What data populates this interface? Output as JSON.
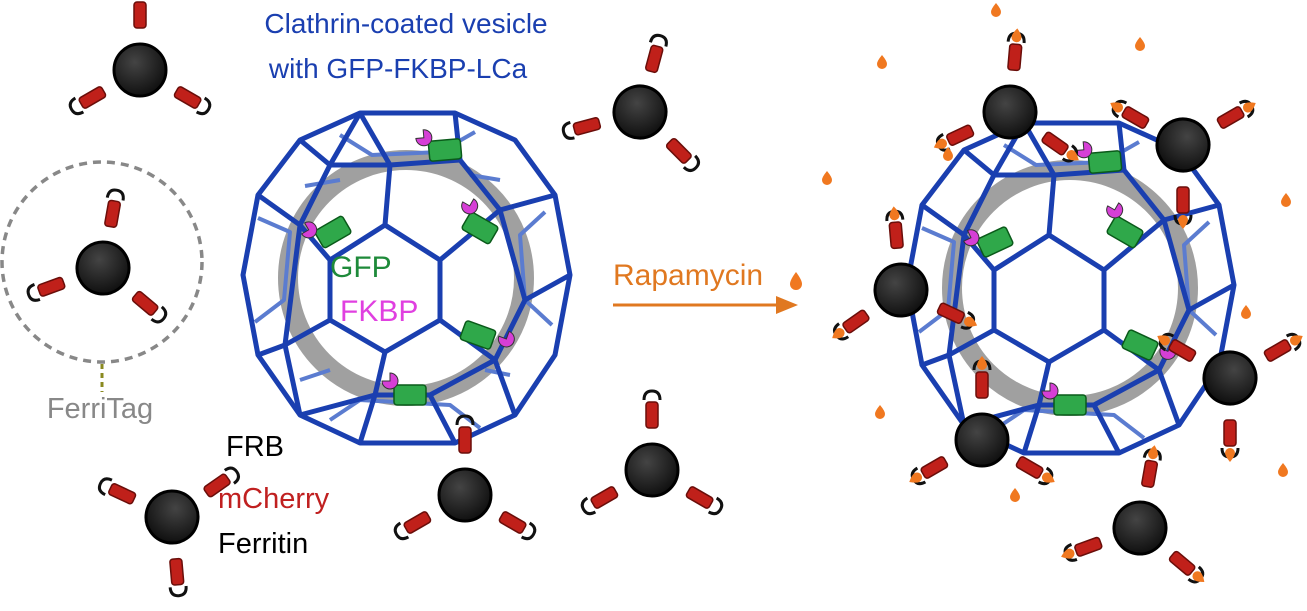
{
  "title_line1": "Clathrin-coated vesicle",
  "title_line2": "with GFP-FKBP-LCa",
  "labels": {
    "gfp": "GFP",
    "fkbp": "FKBP",
    "ferritag": "FerriTag",
    "frb": "FRB",
    "mcherry": "mCherry",
    "ferritin": "Ferritin",
    "rapamycin": "Rapamycin"
  },
  "colors": {
    "clathrin": "#1a3fb0",
    "clathrin_light": "#5b7cd0",
    "membrane": "#a0a0a0",
    "gfp": "#2fa84a",
    "fkbp": "#d63fd6",
    "mcherry": "#c0201a",
    "ferritin": "#222222",
    "rapamycin": "#f07820",
    "title": "#1a3fb0",
    "ferritag": "#888888",
    "gfp_text": "#1e8a3a",
    "fkbp_text": "#e040e0",
    "mcherry_text": "#c02020",
    "rapamycin_text": "#e07820"
  }
}
